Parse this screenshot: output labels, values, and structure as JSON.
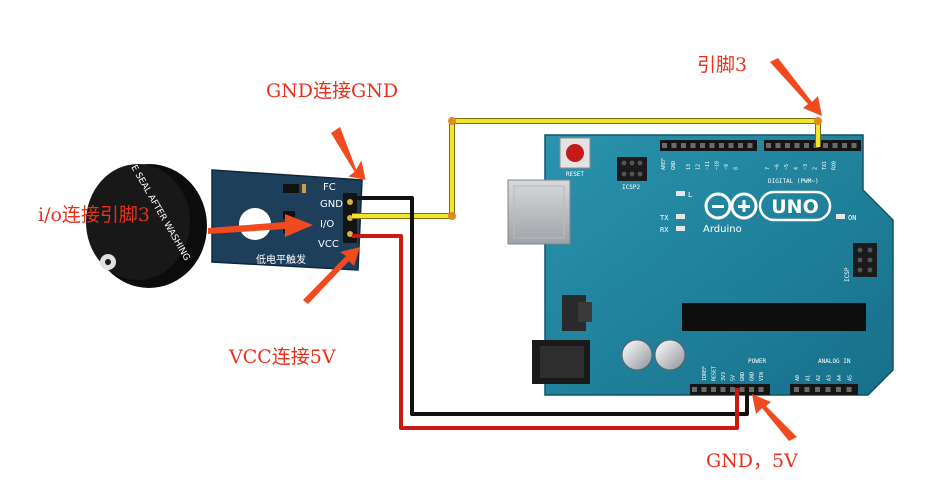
{
  "annotations": {
    "gnd_to_gnd": "GND连接GND",
    "io_to_pin3": "i/o连接引脚3",
    "vcc_to_5v": "VCC连接5V",
    "pin3": "引脚3",
    "gnd_5v": "GND，5V"
  },
  "buzzer_module": {
    "pin_gnd": "GND",
    "pin_io": "I/O",
    "pin_vcc": "VCC",
    "top_label": "FC",
    "bottom_label": "低电平触发",
    "buzzer_text": "REMOVE SEAL AFTER WASHING"
  },
  "arduino": {
    "reset_label": "RESET",
    "icsp2_label": "ICSP2",
    "icsp_label": "ICSP",
    "digital_label": "DIGITAL (PWM~)",
    "aref_label": "AREF",
    "gnd_label": "GND",
    "digital_pins": [
      "13",
      "12",
      "~11",
      "~10",
      "~9",
      "8",
      "7",
      "~6",
      "~5",
      "4",
      "~3",
      "2",
      "TX1",
      "RX0"
    ],
    "tx_label": "TX",
    "rx_label": "RX",
    "l_label": "L",
    "on_label": "ON",
    "logo_text": "UNO",
    "brand_text": "Arduino",
    "power_label": "POWER",
    "analog_label": "ANALOG IN",
    "power_pins": [
      "IOREF",
      "RESET",
      "3V3",
      "5V",
      "GND",
      "GND",
      "VIN"
    ],
    "analog_pins": [
      "A0",
      "A1",
      "A2",
      "A3",
      "A4",
      "A5"
    ]
  },
  "colors": {
    "annotation": "#e8301c",
    "board": "#1b7f9b",
    "module": "#1e3f5c",
    "wire_yellow": "#f2e52a",
    "wire_red": "#c81a12",
    "wire_black": "#111111"
  }
}
